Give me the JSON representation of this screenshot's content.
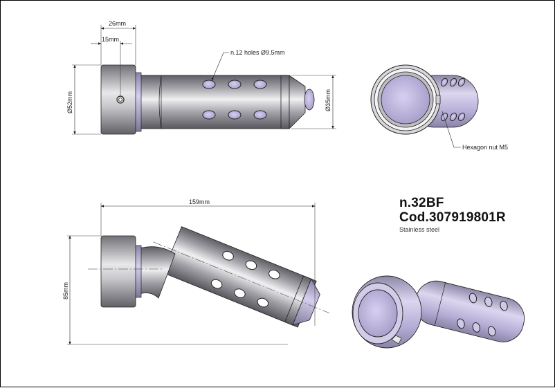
{
  "title_block": {
    "model": "n.32BF",
    "code": "Cod.307919801R",
    "material": "Stainless steel"
  },
  "views": {
    "front_view": {
      "dim_overall_cap_width": "26mm",
      "dim_screw_offset": "15mm",
      "dim_cap_diameter": "Ø52mm",
      "dim_tip_diameter": "Ø35mm",
      "callout_holes": "n.12 holes  Ø9.5mm"
    },
    "end_view": {
      "callout_nut": "Hexagon nut M5"
    },
    "bent_view": {
      "dim_length": "159mm",
      "dim_height": "85mm"
    }
  },
  "colors": {
    "steel_dark": "#6e6e74",
    "steel_mid": "#b4b4ba",
    "steel_light": "#ececf0",
    "lavender": "#b9addb",
    "line": "#1a1a1a"
  }
}
